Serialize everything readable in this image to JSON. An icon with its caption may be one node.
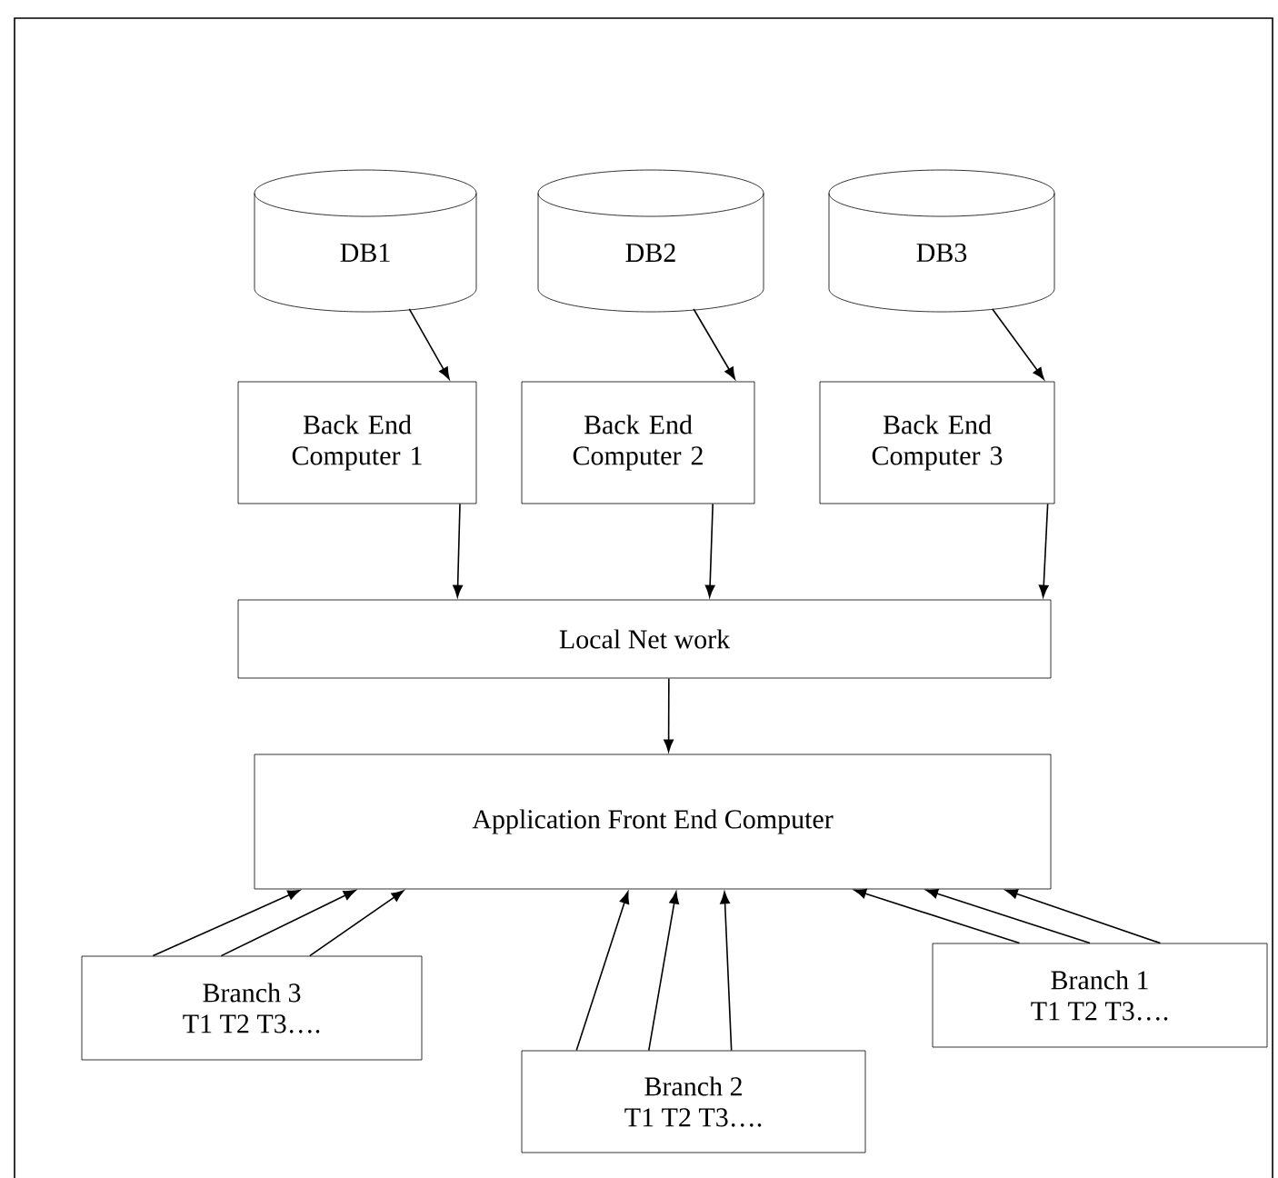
{
  "diagram": {
    "nodes": [
      {
        "text": [
          "DB1"
        ]
      },
      {
        "text": [
          "DB2"
        ]
      },
      {
        "text": [
          "DB3"
        ]
      },
      {
        "text": [
          "Back End Computer 1"
        ]
      },
      {
        "text": [
          "Back End Computer 2"
        ]
      },
      {
        "text": [
          "Back End Computer 3"
        ]
      },
      {
        "text": [
          "Local Net work"
        ]
      },
      {
        "text": [
          "Application Front End  Computer"
        ]
      },
      {
        "text": [
          "Branch 3",
          "T1 T2 T3…."
        ]
      },
      {
        "text": [
          "Branch 2",
          "T1 T2 T3…."
        ]
      },
      {
        "text": [
          "Branch 1",
          "T1 T2 T3…."
        ]
      }
    ],
    "edges": [
      {
        "from": 0,
        "to": 3,
        "arrow": "to"
      },
      {
        "from": 1,
        "to": 4,
        "arrow": "to"
      },
      {
        "from": 2,
        "to": 5,
        "arrow": "to"
      },
      {
        "from": 3,
        "to": 6,
        "arrow": "to"
      },
      {
        "from": 4,
        "to": 6,
        "arrow": "to"
      },
      {
        "from": 5,
        "to": 6,
        "arrow": "to"
      },
      {
        "from": 6,
        "to": 7,
        "arrow": "to"
      },
      {
        "from": 8,
        "to": 7,
        "arrow": "to"
      },
      {
        "from": 8,
        "to": 7,
        "arrow": "to"
      },
      {
        "from": 8,
        "to": 7,
        "arrow": "to"
      },
      {
        "from": 9,
        "to": 7,
        "arrow": "to"
      },
      {
        "from": 9,
        "to": 7,
        "arrow": "to"
      },
      {
        "from": 9,
        "to": 7,
        "arrow": "to"
      },
      {
        "from": 10,
        "to": 7,
        "arrow": "to"
      },
      {
        "from": 10,
        "to": 7,
        "arrow": "to"
      },
      {
        "from": 10,
        "to": 7,
        "arrow": "to"
      }
    ]
  }
}
